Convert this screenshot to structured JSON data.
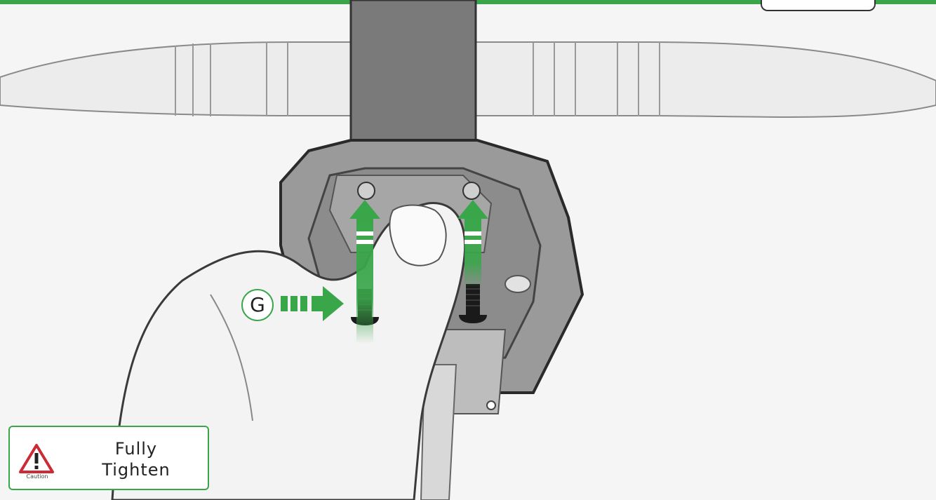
{
  "callout": {
    "letter": "G"
  },
  "caution": {
    "small_label": "Caution",
    "line1": "Fully",
    "line2": "Tighten"
  },
  "colors": {
    "accent": "#3aa64a",
    "warning": "#cc2b36"
  },
  "icons": [
    "caution-triangle-icon",
    "arrow-up-icon",
    "arrow-right-icon",
    "bolt-icon"
  ]
}
